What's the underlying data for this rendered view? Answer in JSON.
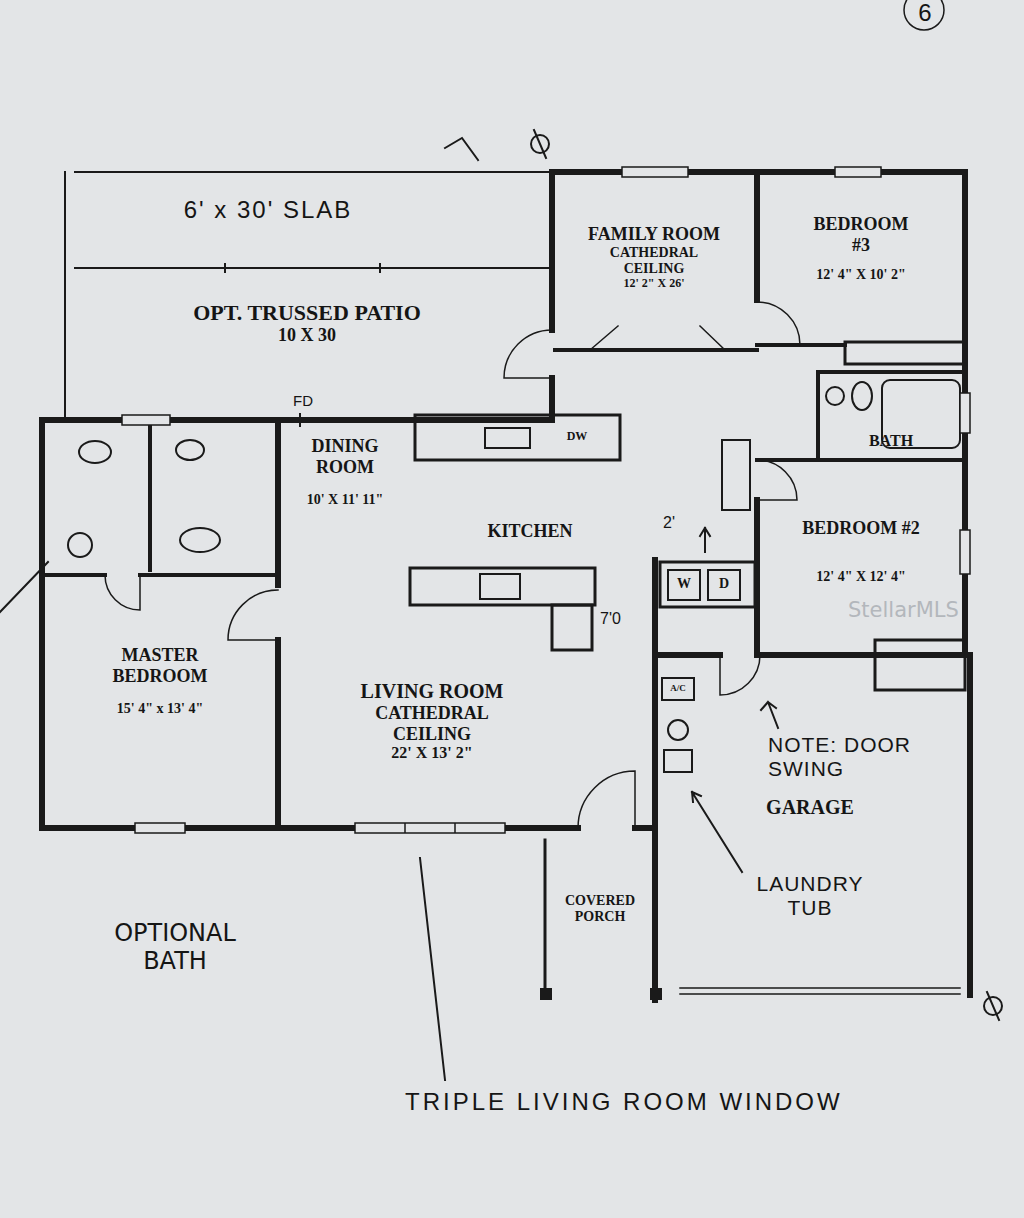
{
  "diagram": {
    "nodes": [
      {
        "text": [
          "6' x 30' SLAB"
        ]
      },
      {
        "text": [
          "OPT. TRUSSED PATIO",
          "10 X 30"
        ]
      },
      {
        "text": [
          "FAMILY ROOM",
          "CATHEDRAL CEILING",
          "12' 2\" X 26'"
        ]
      },
      {
        "text": [
          "BEDROOM #3",
          "12' 4\" X 10' 2\""
        ]
      },
      {
        "text": [
          "BATH"
        ]
      },
      {
        "text": [
          "DINING ROOM",
          "10' X 11' 11\""
        ]
      },
      {
        "text": [
          "KITCHEN"
        ]
      },
      {
        "text": [
          "BEDROOM #2",
          "12' 4\" X 12' 4\""
        ]
      },
      {
        "text": [
          "MASTER BEDROOM",
          "15' 4\" x 13' 4\""
        ]
      },
      {
        "text": [
          "LIVING ROOM",
          "CATHEDRAL CEILING",
          "22' X 13' 2\""
        ]
      },
      {
        "text": [
          "COVERED PORCH"
        ]
      },
      {
        "text": [
          "GARAGE"
        ]
      }
    ],
    "labels": [
      "6",
      "FD",
      "DW",
      "W",
      "D",
      "A/C",
      "2'",
      "7'0",
      "NOTE: DOOR SWING",
      "LAUNDRY TUB",
      "OPTIONAL BATH",
      "TRIPLE LIVING ROOM WINDOW",
      "StellarMLS"
    ]
  }
}
